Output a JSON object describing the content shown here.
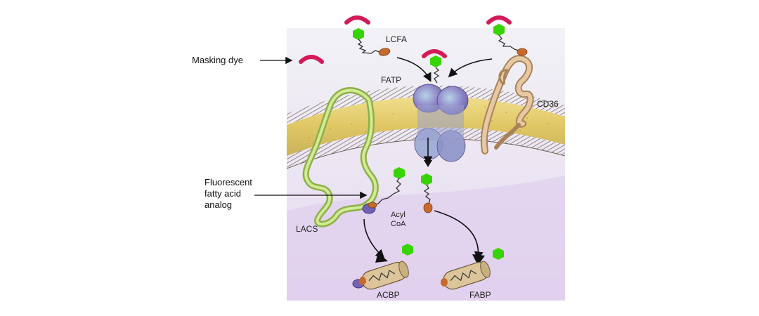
{
  "labels": {
    "lcfa": "LCFA",
    "fatp": "FATP",
    "cd36": "CD36",
    "masking_dye": "Masking dye",
    "fluorescent_line1": "Fluorescent",
    "fluorescent_line2": "fatty acid",
    "fluorescent_line3": "analog",
    "lacs": "LACS",
    "acyl": "Acyl",
    "coa": "CoA",
    "acbp": "ACBP",
    "fabp": "FABP"
  },
  "colors": {
    "panel_bg": "#ece8f3",
    "lower_purple": "#ddd0ec",
    "membrane_yellow": "#e2cb6a",
    "membrane_hatch": "#7b6b5c",
    "dye_red": "#d21b57",
    "fluor_green": "#36d400",
    "fatp_purple": "#8c83c6",
    "fatp_teal": "#7fb5cf",
    "cd36_tan": "#d8b48c",
    "lacs_green": "#a9cd62",
    "carrier_tan": "#d8c095",
    "head_orange": "#c86a2e"
  }
}
